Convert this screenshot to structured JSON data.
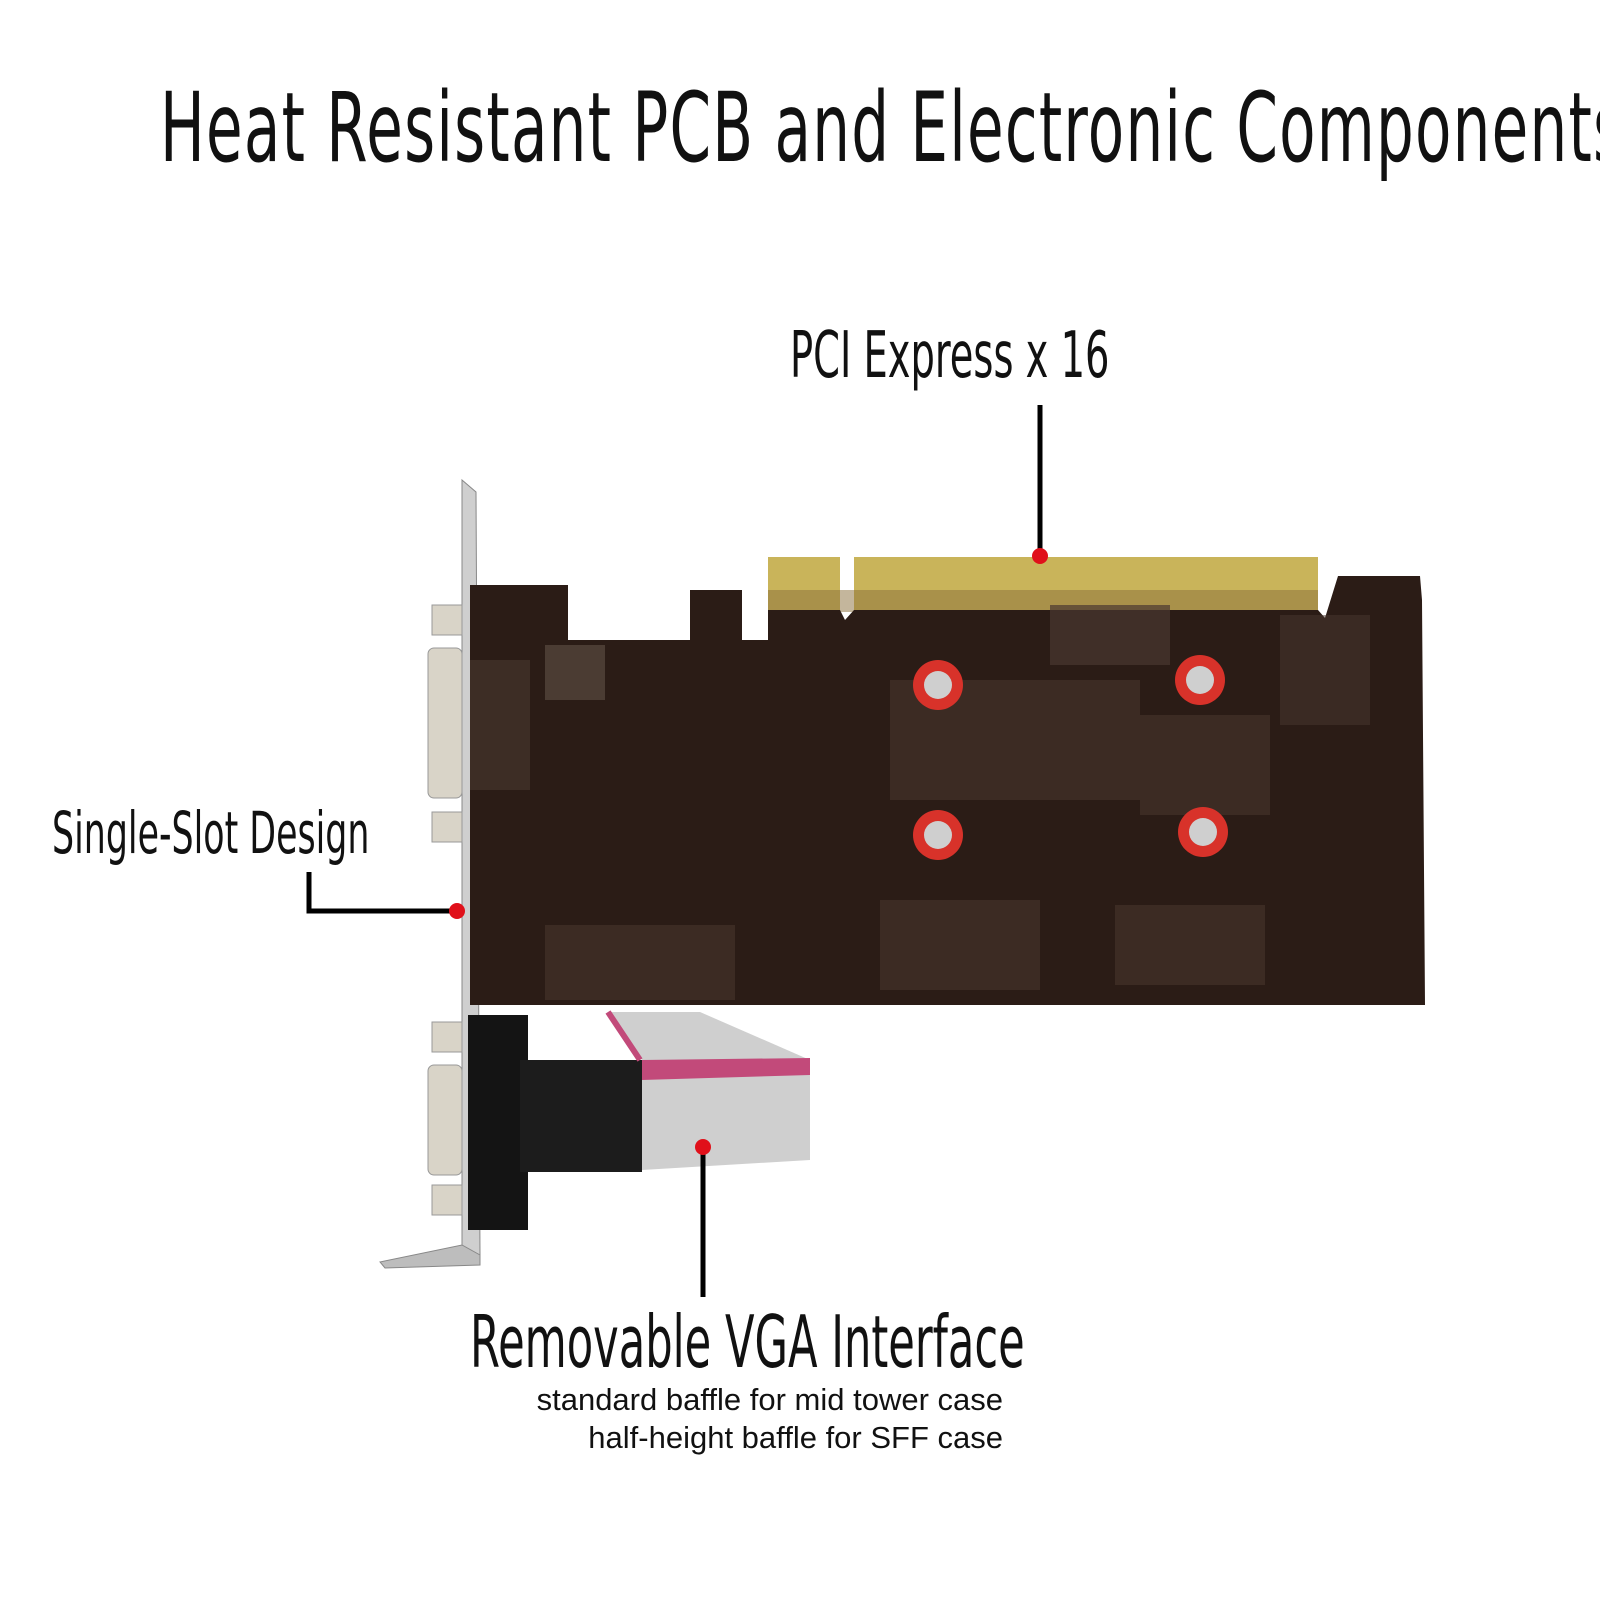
{
  "title": "Heat Resistant  PCB and Electronic Components",
  "callouts": {
    "pci": "PCI Express x 16",
    "slot": "Single-Slot Design",
    "vga": "Removable VGA Interface",
    "vga_sub1": "standard baffle for mid tower case",
    "vga_sub2": "half-height baffle for SFF case"
  },
  "colors": {
    "pcb": "#2b1c16",
    "gold_fingers": "#c9b45a",
    "bracket": "#c8c8c8",
    "callout_dot": "#e0101a",
    "screw_ring": "#d8322a"
  }
}
